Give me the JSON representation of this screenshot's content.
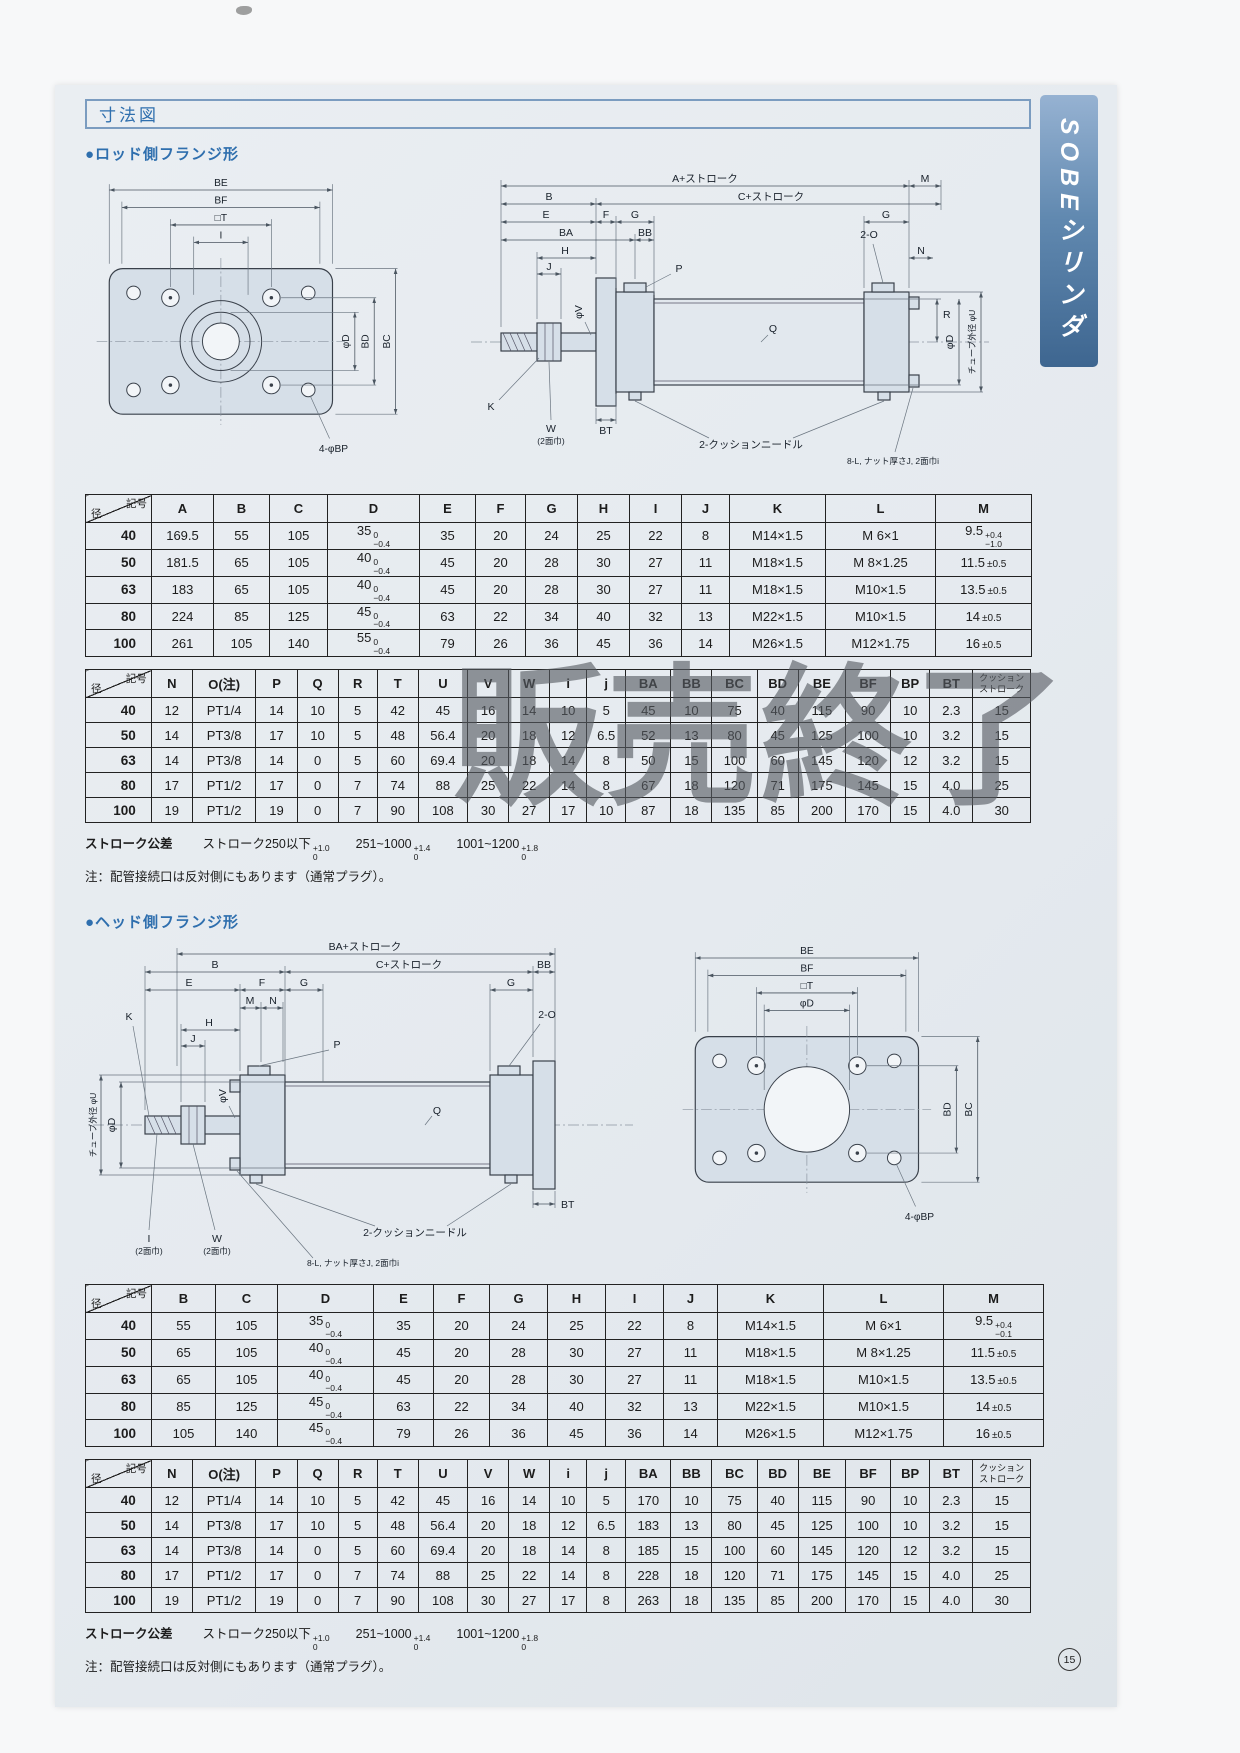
{
  "page": {
    "title": "寸法図",
    "side_tab": "SOBEシリンダ",
    "page_number": "15",
    "watermark": "販売終了"
  },
  "corner": {
    "top": "記号",
    "bottom": "径"
  },
  "notes": {
    "tolerance_label": "ストローク公差",
    "tolerance_parts": [
      {
        "text": "ストローク250以下",
        "sup": "+1.0",
        "sub": "0"
      },
      {
        "text": "251~1000",
        "sup": "+1.4",
        "sub": "0"
      },
      {
        "text": "1001~1200",
        "sup": "+1.8",
        "sub": "0"
      }
    ],
    "pipe_note": "注：配管接続口は反対側にもあります（通常プラグ）。"
  },
  "rod_section": {
    "heading": "●ロッド側フランジ形",
    "front_labels": {
      "be": "BE",
      "bf": "BF",
      "t": "□T",
      "i": "I",
      "phid": "φD",
      "bd": "BD",
      "bc": "BC",
      "bp": "4-φBP"
    },
    "side_labels": {
      "a": "A+ストローク",
      "m": "M",
      "b": "B",
      "c": "C+ストローク",
      "e": "E",
      "f": "F",
      "g": "G",
      "g2": "G",
      "ba": "BA",
      "bb": "BB",
      "h": "H",
      "j": "J",
      "phiv": "φV",
      "o2": "2-O",
      "n": "N",
      "p": "P",
      "q": "Q",
      "r": "R",
      "phid": "φD",
      "phiu": "チューブ外径 φU",
      "k": "K",
      "w": "W",
      "men": "(2面巾)",
      "bt": "BT",
      "cushion": "2-クッションニードル",
      "nuts": "8-L, ナット厚さJ, 2面巾i"
    },
    "dim_table": {
      "headers": [
        "A",
        "B",
        "C",
        "D",
        "E",
        "F",
        "G",
        "H",
        "I",
        "J",
        "K",
        "L",
        "M"
      ],
      "rows": [
        {
          "dia": "40",
          "cells": [
            "169.5",
            "55",
            "105",
            {
              "v": "35",
              "sup": "0",
              "sub": "−0.4"
            },
            "35",
            "20",
            "24",
            "25",
            "22",
            "8",
            "M14×1.5",
            "M 6×1",
            {
              "v": "9.5",
              "sup": "+0.4",
              "sub": "−1.0"
            }
          ]
        },
        {
          "dia": "50",
          "cells": [
            "181.5",
            "65",
            "105",
            {
              "v": "40",
              "sup": "0",
              "sub": "−0.4"
            },
            "45",
            "20",
            "28",
            "30",
            "27",
            "11",
            "M18×1.5",
            "M 8×1.25",
            {
              "v": "11.5",
              "pm": "±0.5"
            }
          ]
        },
        {
          "dia": "63",
          "cells": [
            "183",
            "65",
            "105",
            {
              "v": "40",
              "sup": "0",
              "sub": "−0.4"
            },
            "45",
            "20",
            "28",
            "30",
            "27",
            "11",
            "M18×1.5",
            "M10×1.5",
            {
              "v": "13.5",
              "pm": "±0.5"
            }
          ]
        },
        {
          "dia": "80",
          "cells": [
            "224",
            "85",
            "125",
            {
              "v": "45",
              "sup": "0",
              "sub": "−0.4"
            },
            "63",
            "22",
            "34",
            "40",
            "32",
            "13",
            "M22×1.5",
            "M10×1.5",
            {
              "v": "14",
              "pm": "±0.5"
            }
          ]
        },
        {
          "dia": "100",
          "cells": [
            "261",
            "105",
            "140",
            {
              "v": "55",
              "sup": "0",
              "sub": "−0.4"
            },
            "79",
            "26",
            "36",
            "45",
            "36",
            "14",
            "M26×1.5",
            "M12×1.75",
            {
              "v": "16",
              "pm": "±0.5"
            }
          ]
        }
      ]
    },
    "detail_table": {
      "headers": [
        "N",
        "O(注)",
        "P",
        "Q",
        "R",
        "T",
        "U",
        "V",
        "W",
        "i",
        "j",
        "BA",
        "BB",
        "BC",
        "BD",
        "BE",
        "BF",
        "BP",
        "BT",
        "クッション\nストローク"
      ],
      "rows": [
        {
          "dia": "40",
          "cells": [
            "12",
            "PT1/4",
            "14",
            "10",
            "5",
            "42",
            "45",
            "16",
            "14",
            "10",
            "5",
            "45",
            "10",
            "75",
            "40",
            "115",
            "90",
            "10",
            "2.3",
            "15"
          ]
        },
        {
          "dia": "50",
          "cells": [
            "14",
            "PT3/8",
            "17",
            "10",
            "5",
            "48",
            "56.4",
            "20",
            "18",
            "12",
            "6.5",
            "52",
            "13",
            "80",
            "45",
            "125",
            "100",
            "10",
            "3.2",
            "15"
          ]
        },
        {
          "dia": "63",
          "cells": [
            "14",
            "PT3/8",
            "14",
            "0",
            "5",
            "60",
            "69.4",
            "20",
            "18",
            "14",
            "8",
            "50",
            "15",
            "100",
            "60",
            "145",
            "120",
            "12",
            "3.2",
            "15"
          ]
        },
        {
          "dia": "80",
          "cells": [
            "17",
            "PT1/2",
            "17",
            "0",
            "7",
            "74",
            "88",
            "25",
            "22",
            "14",
            "8",
            "67",
            "18",
            "120",
            "71",
            "175",
            "145",
            "15",
            "4.0",
            "25"
          ]
        },
        {
          "dia": "100",
          "cells": [
            "19",
            "PT1/2",
            "19",
            "0",
            "7",
            "90",
            "108",
            "30",
            "27",
            "17",
            "10",
            "87",
            "18",
            "135",
            "85",
            "200",
            "170",
            "15",
            "4.0",
            "30"
          ]
        }
      ]
    }
  },
  "head_section": {
    "heading": "●ヘッド側フランジ形",
    "front_labels": {
      "be": "BE",
      "bf": "BF",
      "t": "□T",
      "phid": "φD",
      "bd": "BD",
      "bc": "BC",
      "bp": "4-φBP"
    },
    "side_labels": {
      "ba": "BA+ストローク",
      "b": "B",
      "c": "C+ストローク",
      "bb": "BB",
      "e": "E",
      "f": "F",
      "g": "G",
      "g2": "G",
      "m": "M",
      "n": "N",
      "k": "K",
      "h": "H",
      "j": "J",
      "phiv": "φV",
      "o2": "2-O",
      "phid": "φD",
      "phiu": "チューブ外径 φU",
      "i": "I",
      "men": "(2面巾)",
      "w": "W",
      "men2": "(2面巾)",
      "p": "P",
      "q": "Q",
      "bt": "BT",
      "cushion": "2-クッションニードル",
      "nuts": "8-L, ナット厚さJ, 2面巾i"
    },
    "dim_table": {
      "headers": [
        "B",
        "C",
        "D",
        "E",
        "F",
        "G",
        "H",
        "I",
        "J",
        "K",
        "L",
        "M"
      ],
      "rows": [
        {
          "dia": "40",
          "cells": [
            "55",
            "105",
            {
              "v": "35",
              "sup": "0",
              "sub": "−0.4"
            },
            "35",
            "20",
            "24",
            "25",
            "22",
            "8",
            "M14×1.5",
            "M 6×1",
            {
              "v": "9.5",
              "sup": "+0.4",
              "sub": "−0.1"
            }
          ]
        },
        {
          "dia": "50",
          "cells": [
            "65",
            "105",
            {
              "v": "40",
              "sup": "0",
              "sub": "−0.4"
            },
            "45",
            "20",
            "28",
            "30",
            "27",
            "11",
            "M18×1.5",
            "M 8×1.25",
            {
              "v": "11.5",
              "pm": "±0.5"
            }
          ]
        },
        {
          "dia": "63",
          "cells": [
            "65",
            "105",
            {
              "v": "40",
              "sup": "0",
              "sub": "−0.4"
            },
            "45",
            "20",
            "28",
            "30",
            "27",
            "11",
            "M18×1.5",
            "M10×1.5",
            {
              "v": "13.5",
              "pm": "±0.5"
            }
          ]
        },
        {
          "dia": "80",
          "cells": [
            "85",
            "125",
            {
              "v": "45",
              "sup": "0",
              "sub": "−0.4"
            },
            "63",
            "22",
            "34",
            "40",
            "32",
            "13",
            "M22×1.5",
            "M10×1.5",
            {
              "v": "14",
              "pm": "±0.5"
            }
          ]
        },
        {
          "dia": "100",
          "cells": [
            "105",
            "140",
            {
              "v": "45",
              "sup": "0",
              "sub": "−0.4"
            },
            "79",
            "26",
            "36",
            "45",
            "36",
            "14",
            "M26×1.5",
            "M12×1.75",
            {
              "v": "16",
              "pm": "±0.5"
            }
          ]
        }
      ]
    },
    "detail_table": {
      "headers": [
        "N",
        "O(注)",
        "P",
        "Q",
        "R",
        "T",
        "U",
        "V",
        "W",
        "i",
        "j",
        "BA",
        "BB",
        "BC",
        "BD",
        "BE",
        "BF",
        "BP",
        "BT",
        "クッション\nストローク"
      ],
      "rows": [
        {
          "dia": "40",
          "cells": [
            "12",
            "PT1/4",
            "14",
            "10",
            "5",
            "42",
            "45",
            "16",
            "14",
            "10",
            "5",
            "170",
            "10",
            "75",
            "40",
            "115",
            "90",
            "10",
            "2.3",
            "15"
          ]
        },
        {
          "dia": "50",
          "cells": [
            "14",
            "PT3/8",
            "17",
            "10",
            "5",
            "48",
            "56.4",
            "20",
            "18",
            "12",
            "6.5",
            "183",
            "13",
            "80",
            "45",
            "125",
            "100",
            "10",
            "3.2",
            "15"
          ]
        },
        {
          "dia": "63",
          "cells": [
            "14",
            "PT3/8",
            "14",
            "0",
            "5",
            "60",
            "69.4",
            "20",
            "18",
            "14",
            "8",
            "185",
            "15",
            "100",
            "60",
            "145",
            "120",
            "12",
            "3.2",
            "15"
          ]
        },
        {
          "dia": "80",
          "cells": [
            "17",
            "PT1/2",
            "17",
            "0",
            "7",
            "74",
            "88",
            "25",
            "22",
            "14",
            "8",
            "228",
            "18",
            "120",
            "71",
            "175",
            "145",
            "15",
            "4.0",
            "25"
          ]
        },
        {
          "dia": "100",
          "cells": [
            "19",
            "PT1/2",
            "19",
            "0",
            "7",
            "90",
            "108",
            "30",
            "27",
            "17",
            "8",
            "263",
            "18",
            "135",
            "85",
            "200",
            "170",
            "15",
            "4.0",
            "30"
          ]
        }
      ]
    }
  }
}
